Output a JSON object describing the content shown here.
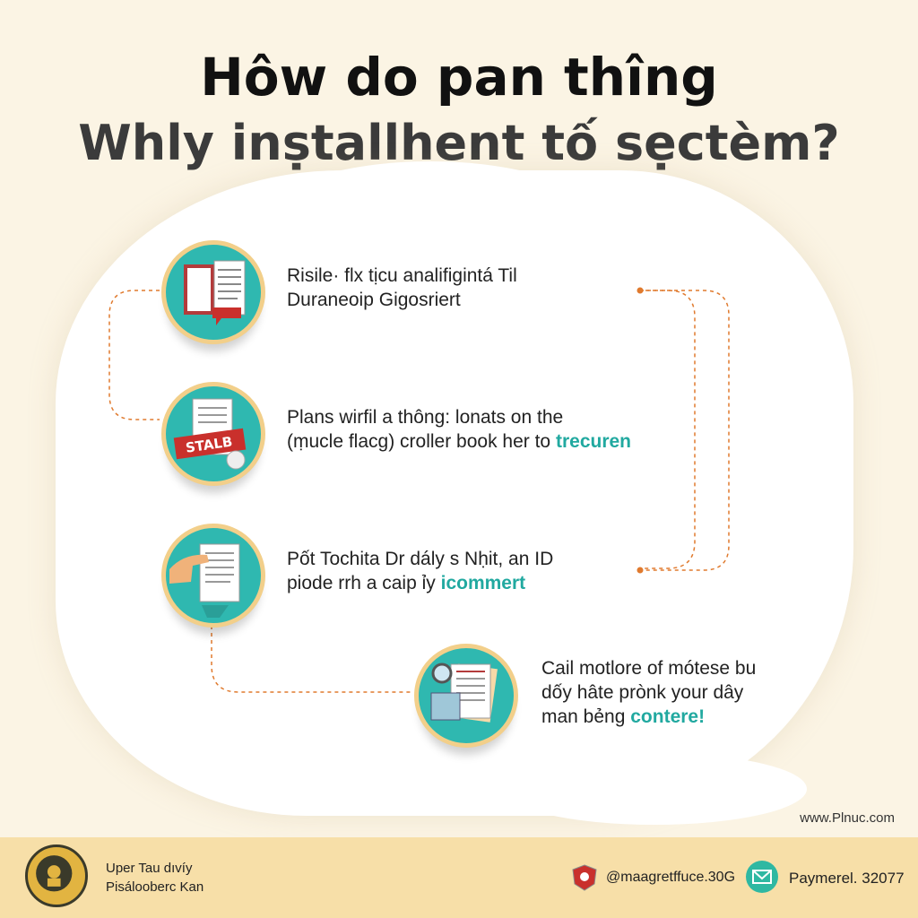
{
  "title": {
    "line1": "Hôw do pan thîng",
    "line2": "Whly inṣtallhent tố sẹctèm?"
  },
  "steps": [
    {
      "line1": "Risile· flx tịcu analifigintá Til",
      "line2": "Duraneoip Gigosriert",
      "highlight": "",
      "icon": "clipboard-document-icon"
    },
    {
      "line1": "Plans wirfil a thông: lonats on the",
      "line2": "(ṃucle flacg) croller book her to",
      "highlight": "trecuren",
      "icon": "stamped-document-icon",
      "stamp_text": "STALB"
    },
    {
      "line1": "Pốt Tochita Dr dály s Nḥit, an ID",
      "line2": "piode rrh a caip ỉy",
      "highlight": "icommert",
      "icon": "hand-document-icon"
    },
    {
      "line1": "Cail motlore of mótese bu",
      "line2": "dốy hâte prònk your dây",
      "line3": "man bẻng",
      "highlight": "contere!",
      "icon": "magnifier-document-icon"
    }
  ],
  "website": "www.Plnuc.com",
  "footer": {
    "name_line1": "Uper Tau dıvíy",
    "name_line2": "Pisálooberc Kan",
    "social_handle": "@maagretffuce.30G",
    "payment": "Paymerel. 32077"
  },
  "colors": {
    "background": "#fbf4e4",
    "teal": "#2fb8b0",
    "gold_ring": "#f2cf8a",
    "connector": "#e07a2e",
    "footer": "#f7dfa8"
  }
}
